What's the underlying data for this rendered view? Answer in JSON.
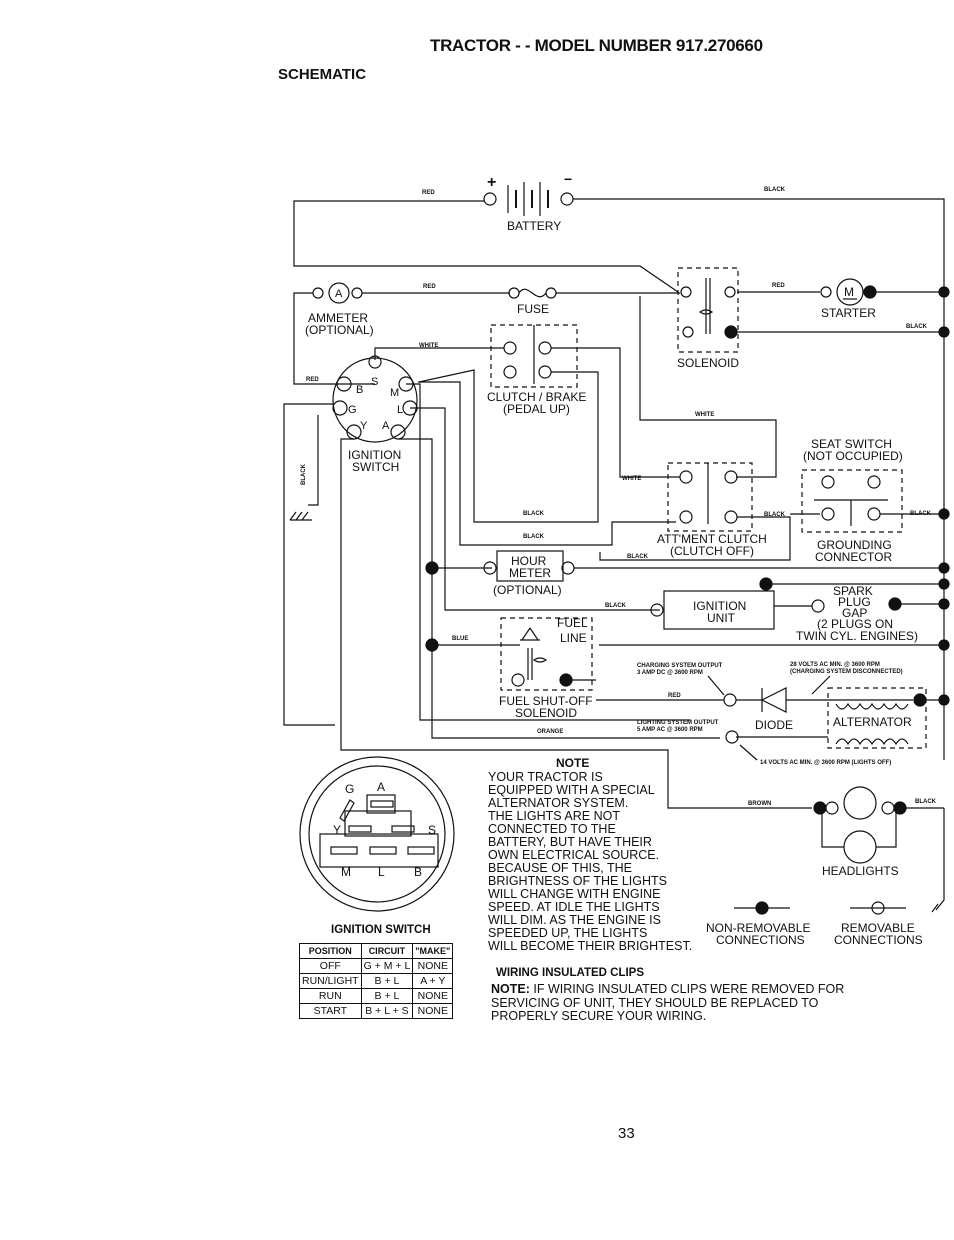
{
  "header": {
    "title": "TRACTOR - - MODEL NUMBER 917.270660",
    "section": "SCHEMATIC"
  },
  "components": {
    "battery": "BATTERY",
    "ammeter": "AMMETER",
    "ammeter_opt": "(OPTIONAL)",
    "fuse": "FUSE",
    "solenoid": "SOLENOID",
    "starter": "STARTER",
    "clutch_brake": "CLUTCH / BRAKE",
    "clutch_brake_sub": "(PEDAL UP)",
    "ignition_switch_1": "IGNITION",
    "ignition_switch_2": "SWITCH",
    "seat_switch": "SEAT SWITCH",
    "seat_switch_sub": "(NOT OCCUPIED)",
    "attment_clutch": "ATT'MENT CLUTCH",
    "attment_clutch_sub": "(CLUTCH OFF)",
    "grounding_1": "GROUNDING",
    "grounding_2": "CONNECTOR",
    "hour_meter_1": "HOUR",
    "hour_meter_2": "METER",
    "hour_meter_opt": "(OPTIONAL)",
    "ignition_unit_1": "IGNITION",
    "ignition_unit_2": "UNIT",
    "spark_1": "SPARK",
    "spark_2": "PLUG",
    "spark_3": "GAP",
    "spark_4": "(2 PLUGS ON",
    "spark_5": "TWIN CYL. ENGINES)",
    "fuel_1": "FUEL",
    "fuel_2": "LINE",
    "fuel_sol_1": "FUEL SHUT-OFF",
    "fuel_sol_2": "SOLENOID",
    "diode": "DIODE",
    "alternator": "ALTERNATOR",
    "headlights": "HEADLIGHTS"
  },
  "terminals": {
    "b": "B",
    "s": "S",
    "m": "M",
    "g": "G",
    "l": "L",
    "y": "Y",
    "a": "A",
    "motor": "M",
    "plus": "+",
    "minus": "−"
  },
  "wires": {
    "red": "RED",
    "black": "BLACK",
    "white": "WHITE",
    "blue": "BLUE",
    "orange": "ORANGE",
    "brown": "BROWN"
  },
  "output_notes": {
    "charging_1": "CHARGING SYSTEM OUTPUT",
    "charging_2": "3 AMP DC @ 3600 RPM",
    "volts28_1": "28 VOLTS AC MIN. @ 3600 RPM",
    "volts28_2": "(CHARGING SYSTEM DISCONNECTED)",
    "lighting_1": "LIGHTING SYSTEM OUTPUT",
    "lighting_2": "5 AMP AC @ 3600 RPM",
    "volts14": "14 VOLTS AC MIN. @ 3600 RPM (LIGHTS OFF)"
  },
  "note": {
    "heading": "NOTE",
    "lines": [
      "YOUR TRACTOR IS",
      "EQUIPPED WITH A SPECIAL",
      "ALTERNATOR SYSTEM.",
      "THE LIGHTS ARE NOT",
      "CONNECTED TO THE",
      "BATTERY, BUT HAVE THEIR",
      "OWN ELECTRICAL SOURCE.",
      "BECAUSE OF THIS, THE",
      "BRIGHTNESS OF THE LIGHTS",
      "WILL CHANGE WITH ENGINE",
      "SPEED. AT IDLE THE LIGHTS",
      "WILL DIM. AS THE ENGINE IS",
      "SPEEDED UP, THE LIGHTS",
      "WILL BECOME THEIR BRIGHTEST."
    ]
  },
  "legend": {
    "non_removable_1": "NON-REMOVABLE",
    "non_removable_2": "CONNECTIONS",
    "removable_1": "REMOVABLE",
    "removable_2": "CONNECTIONS"
  },
  "clips": {
    "heading": "WIRING INSULATED CLIPS",
    "note_label": "NOTE:",
    "note_lines": [
      "IF WIRING INSULATED CLIPS WERE REMOVED FOR",
      "SERVICING OF UNIT, THEY SHOULD BE REPLACED TO",
      "PROPERLY SECURE YOUR WIRING."
    ]
  },
  "ignition_diagram": {
    "title": "IGNITION SWITCH",
    "letters": {
      "g": "G",
      "a": "A",
      "y": "Y",
      "s": "S",
      "m": "M",
      "l": "L",
      "b": "B"
    }
  },
  "ignition_table": {
    "headers": [
      "POSITION",
      "CIRCUIT",
      "\"MAKE\""
    ],
    "rows": [
      [
        "OFF",
        "G + M + L",
        "NONE"
      ],
      [
        "RUN/LIGHT",
        "B + L",
        "A + Y"
      ],
      [
        "RUN",
        "B + L",
        "NONE"
      ],
      [
        "START",
        "B + L + S",
        "NONE"
      ]
    ]
  },
  "page_number": "33"
}
